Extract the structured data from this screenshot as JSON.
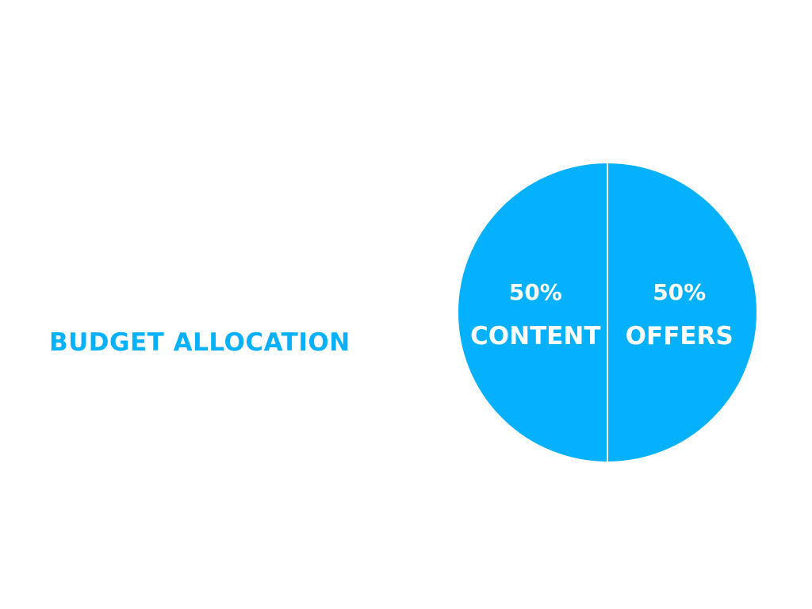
{
  "chart_data": {
    "type": "pie",
    "title": "BUDGET ALLOCATION",
    "slices": [
      {
        "label": "CONTENT",
        "value": 50,
        "value_label": "50%"
      },
      {
        "label": "OFFERS",
        "value": 50,
        "value_label": "50%"
      }
    ],
    "legend": "none"
  },
  "colors": {
    "slice": "#05b1fc",
    "divider": "#ffffff",
    "title": "#05b1fc"
  }
}
